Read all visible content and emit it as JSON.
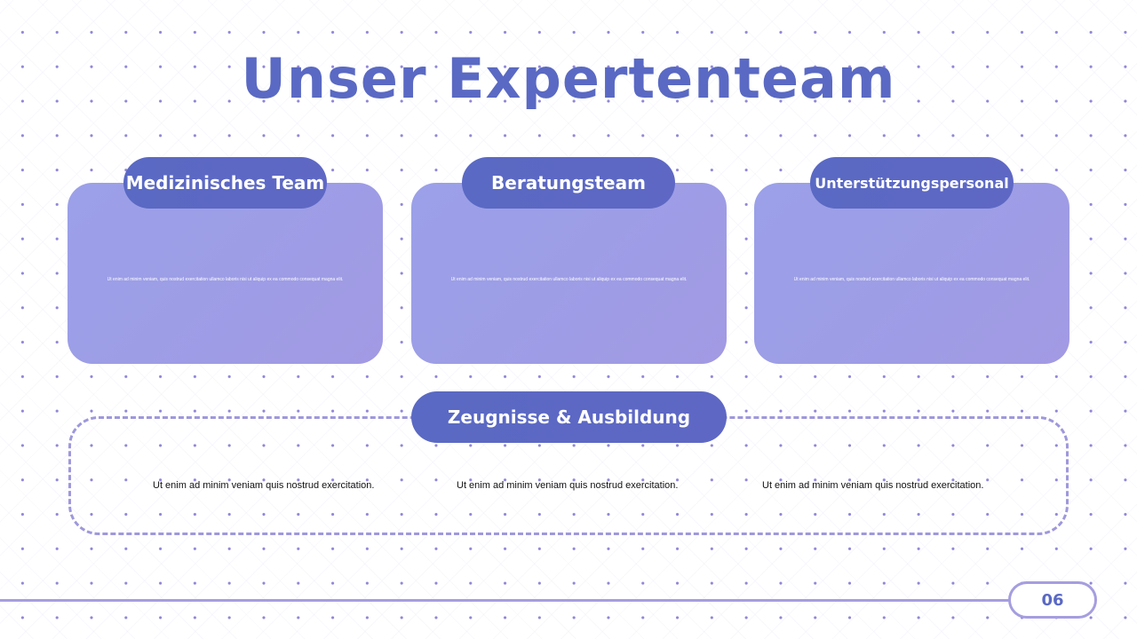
{
  "title": "Unser Expertenteam",
  "teams": [
    {
      "label": "Medizinisches Team",
      "text": "Ut enim ad minim veniam, quis nostrud exercitation ullamco laboris nisi ut aliquip ex ea commodo consequat magna elit."
    },
    {
      "label": "Beratungsteam",
      "text": "Ut enim ad minim veniam, quis nostrud exercitation ullamco laboris nisi ut aliquip ex ea commodo consequat magna elit."
    },
    {
      "label": "Unterstützungspersonal",
      "text": "Ut enim ad minim veniam, quis nostrud exercitation ullamco laboris nisi ut aliquip ex ea commodo consequat magna elit."
    }
  ],
  "credentials": {
    "label": "Zeugnisse & Ausbildung",
    "items": [
      "Ut enim ad minim veniam quis nostrud exercitation.",
      "Ut enim ad minim veniam quis nostrud exercitation.",
      "Ut enim ad minim veniam quis nostrud exercitation."
    ]
  },
  "page_number": "06",
  "colors": {
    "primary": "#5a69c3",
    "card": "#9d9de6",
    "accent_line": "#a59edf"
  }
}
